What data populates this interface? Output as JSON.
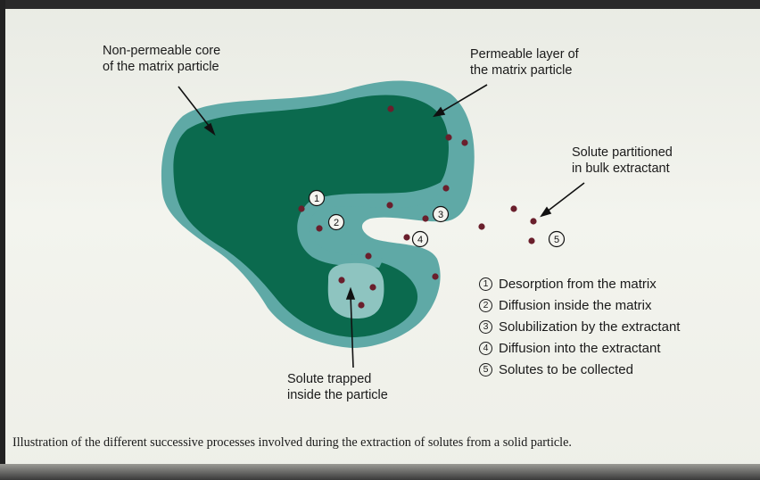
{
  "labels": {
    "core_line1": "Non-permeable core",
    "core_line2": "of the matrix particle",
    "layer_line1": "Permeable layer of",
    "layer_line2": "the matrix particle",
    "bulk_line1": "Solute partitioned",
    "bulk_line2": "in bulk extractant",
    "trapped_line1": "Solute trapped",
    "trapped_line2": "inside the particle"
  },
  "step_markers": [
    "1",
    "2",
    "3",
    "4",
    "5"
  ],
  "legend": [
    {
      "num": "1",
      "text": "Desorption from the matrix"
    },
    {
      "num": "2",
      "text": "Diffusion inside the matrix"
    },
    {
      "num": "3",
      "text": "Solubilization by the extractant"
    },
    {
      "num": "4",
      "text": "Diffusion into the extractant"
    },
    {
      "num": "5",
      "text": "Solutes to be collected"
    }
  ],
  "caption": "Illustration of the different successive processes involved during the extraction of solutes from a solid particle.",
  "colors": {
    "core": "#0b6a4e",
    "layer": "#5fa9a6",
    "inner_pocket": "#8ec4c0",
    "solute_dot": "#6a1f2c",
    "background": "#eef0e9"
  }
}
